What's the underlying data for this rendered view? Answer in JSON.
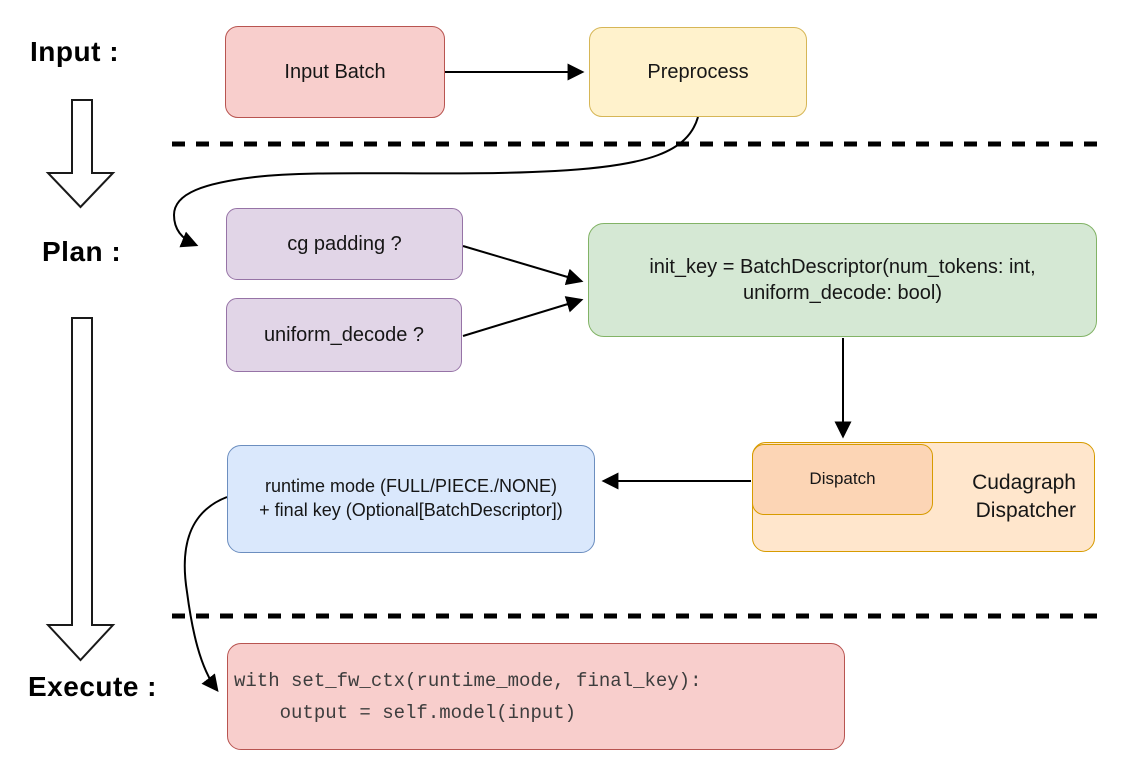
{
  "stage_labels": {
    "input": "Input :",
    "plan": "Plan :",
    "execute": "Execute :"
  },
  "nodes": {
    "input_batch": {
      "label": "Input Batch"
    },
    "preprocess": {
      "label": "Preprocess"
    },
    "cg_padding": {
      "label": "cg padding ?"
    },
    "uniform_decode": {
      "label": "uniform_decode ?"
    },
    "init_key": {
      "line1": "init_key = BatchDescriptor(num_tokens: int,",
      "line2": "uniform_decode: bool)"
    },
    "runtime_mode": {
      "line1": "runtime mode (FULL/PIECE./NONE)",
      "line2": "+ final key (Optional[BatchDescriptor])"
    },
    "dispatch": {
      "label": "Dispatch"
    },
    "cudagraph_dispatcher": {
      "line1": "Cudagraph",
      "line2": "Dispatcher"
    },
    "execute_code": {
      "line1": "with set_fw_ctx(runtime_mode, final_key):",
      "line2": "    output = self.model(input)"
    }
  },
  "edges": [
    "input_batch -> preprocess",
    "preprocess -> cg_padding (curved, crosses top divider)",
    "cg_padding -> init_key",
    "uniform_decode -> init_key",
    "init_key -> dispatch",
    "dispatch -> runtime_mode",
    "runtime_mode -> execute_code (curved, crosses bottom divider)"
  ],
  "palette": {
    "red_fill": "#f8cecc",
    "red_border": "#b85450",
    "yellow_fill": "#fff2cc",
    "yellow_border": "#d6b656",
    "purple_fill": "#e1d5e7",
    "purple_border": "#9673a6",
    "green_fill": "#d5e8d4",
    "green_border": "#82b366",
    "blue_fill": "#dae8fc",
    "blue_border": "#6c8ebf",
    "orange_fill": "#ffe6cc",
    "orange_inner_fill": "#fcd5b5",
    "orange_border": "#d79b00",
    "code_text": "#3d3d3d",
    "line_color": "#000000"
  }
}
